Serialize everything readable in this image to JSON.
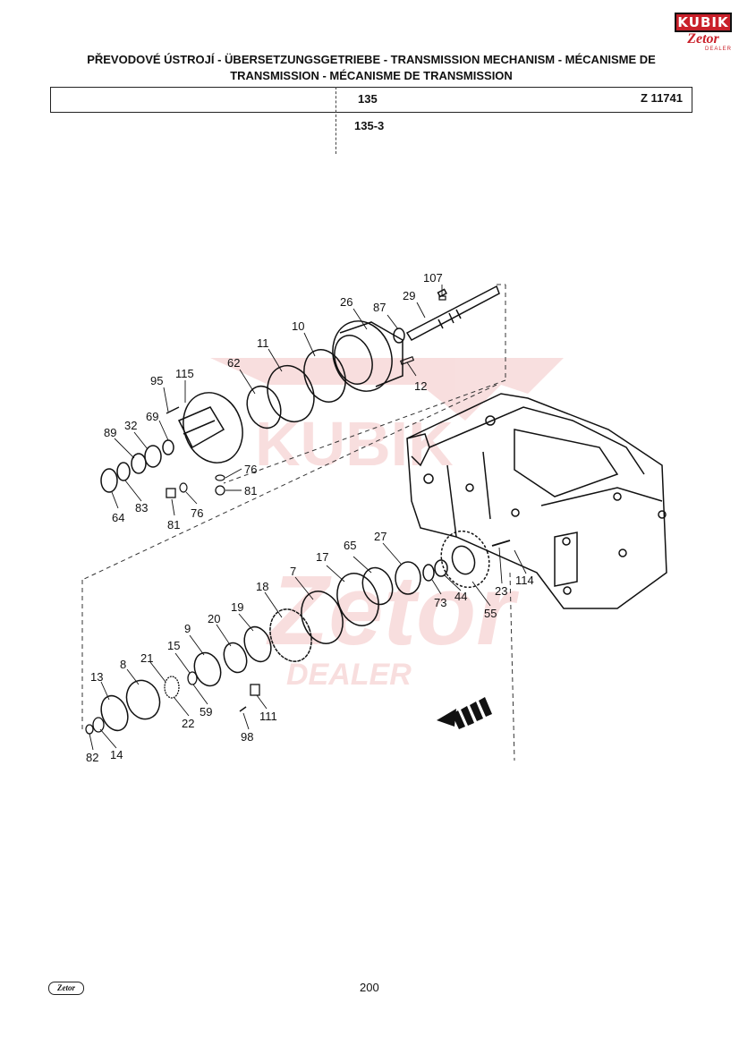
{
  "brand": {
    "kubik": "KUBIK",
    "zetor": "Zetor",
    "dealer": "DEALER"
  },
  "watermark": {
    "kubik": "KUBIK",
    "zetor": "Zetor",
    "dealer": "DEALER"
  },
  "header": {
    "title": "PŘEVODOVÉ ÚSTROJÍ - ÜBERSETZUNGSGETRIEBE - TRANSMISSION MECHANISM - MÉCANISME DE TRANSMISSION - MÉCANISME DE TRANSMISSION",
    "group_code": "135",
    "drawing_number": "Z 11741",
    "subgroup_code": "135-3"
  },
  "callouts": {
    "p107": "107",
    "p29": "29",
    "p26": "26",
    "p87": "87",
    "p10": "10",
    "p11": "11",
    "p12": "12",
    "p62": "62",
    "p95": "95",
    "p115": "115",
    "p32": "32",
    "p69": "69",
    "p89": "89",
    "p76a": "76",
    "p81a": "81",
    "p64": "64",
    "p83": "83",
    "p81b": "81",
    "p76b": "76",
    "p27": "27",
    "p65": "65",
    "p17": "17",
    "p7": "7",
    "p18": "18",
    "p19": "19",
    "p20": "20",
    "p9": "9",
    "p15": "15",
    "p21": "21",
    "p8": "8",
    "p13": "13",
    "p22": "22",
    "p59": "59",
    "p111": "111",
    "p98": "98",
    "p82": "82",
    "p14": "14",
    "p73": "73",
    "p44": "44",
    "p55": "55",
    "p23": "23",
    "p114": "114"
  },
  "footer": {
    "page_number": "200",
    "logo": "Zetor"
  }
}
